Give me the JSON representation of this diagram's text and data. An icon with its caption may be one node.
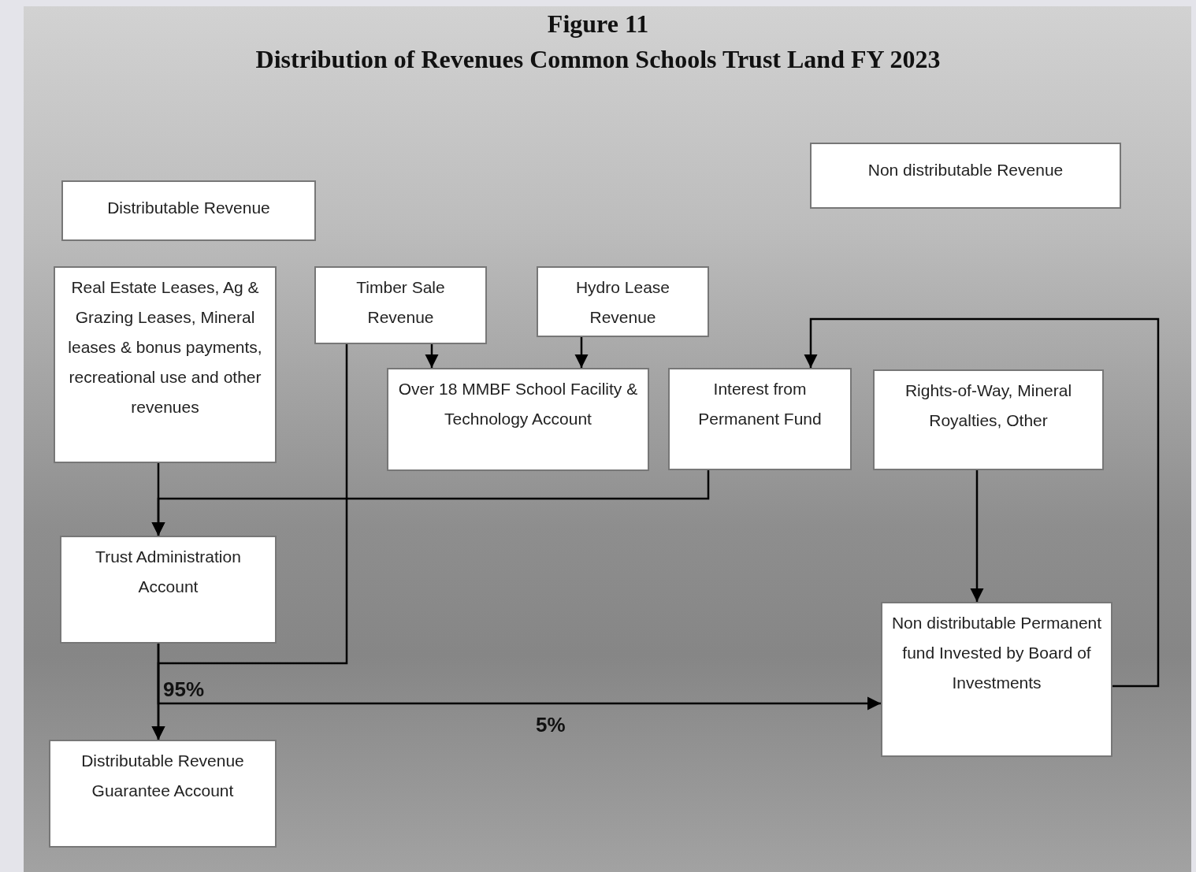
{
  "diagram": {
    "title": "Distribution of Revenues Common Schools Trust Land FY 2023",
    "nodes": [
      {
        "text": [
          "Distributable Revenue"
        ]
      },
      {
        "text": [
          "Non distributable Revenue"
        ]
      },
      {
        "text": [
          "Real Estate Leases, Ag & Grazing Leases, Mineral leases & bonus payments, recreational use and other revenues"
        ]
      },
      {
        "text": [
          "Timber Sale Revenue"
        ]
      },
      {
        "text": [
          "Hydro Lease Revenue"
        ]
      },
      {
        "text": [
          "Over 18 MMBF School Facility & Technology Account"
        ]
      },
      {
        "text": [
          "Interest from Permanent Fund"
        ]
      },
      {
        "text": [
          "Rights-of-Way, Mineral Royalties, Other"
        ]
      },
      {
        "text": [
          "Trust Administration Account"
        ]
      },
      {
        "text": [
          "Non distributable Permanent fund Invested by Board of Investments"
        ]
      },
      {
        "text": [
          "Distributable Revenue Guarantee Account"
        ]
      }
    ],
    "edges": [
      {
        "from": 3,
        "to": 5,
        "arrow": "to"
      },
      {
        "from": 4,
        "to": 5,
        "arrow": "to"
      },
      {
        "from": 2,
        "to": 8,
        "arrow": "to"
      },
      {
        "from": 6,
        "to": 8,
        "arrow": "to"
      },
      {
        "from": 3,
        "to": 10,
        "arrow": "to"
      },
      {
        "from": 8,
        "to": 10,
        "arrow": "to",
        "label": "95%"
      },
      {
        "from": 8,
        "to": 9,
        "arrow": "to",
        "label": "5%"
      },
      {
        "from": 7,
        "to": 9,
        "arrow": "to"
      },
      {
        "from": 9,
        "to": 6,
        "arrow": "to"
      }
    ],
    "labels": [
      "Figure 11"
    ]
  }
}
